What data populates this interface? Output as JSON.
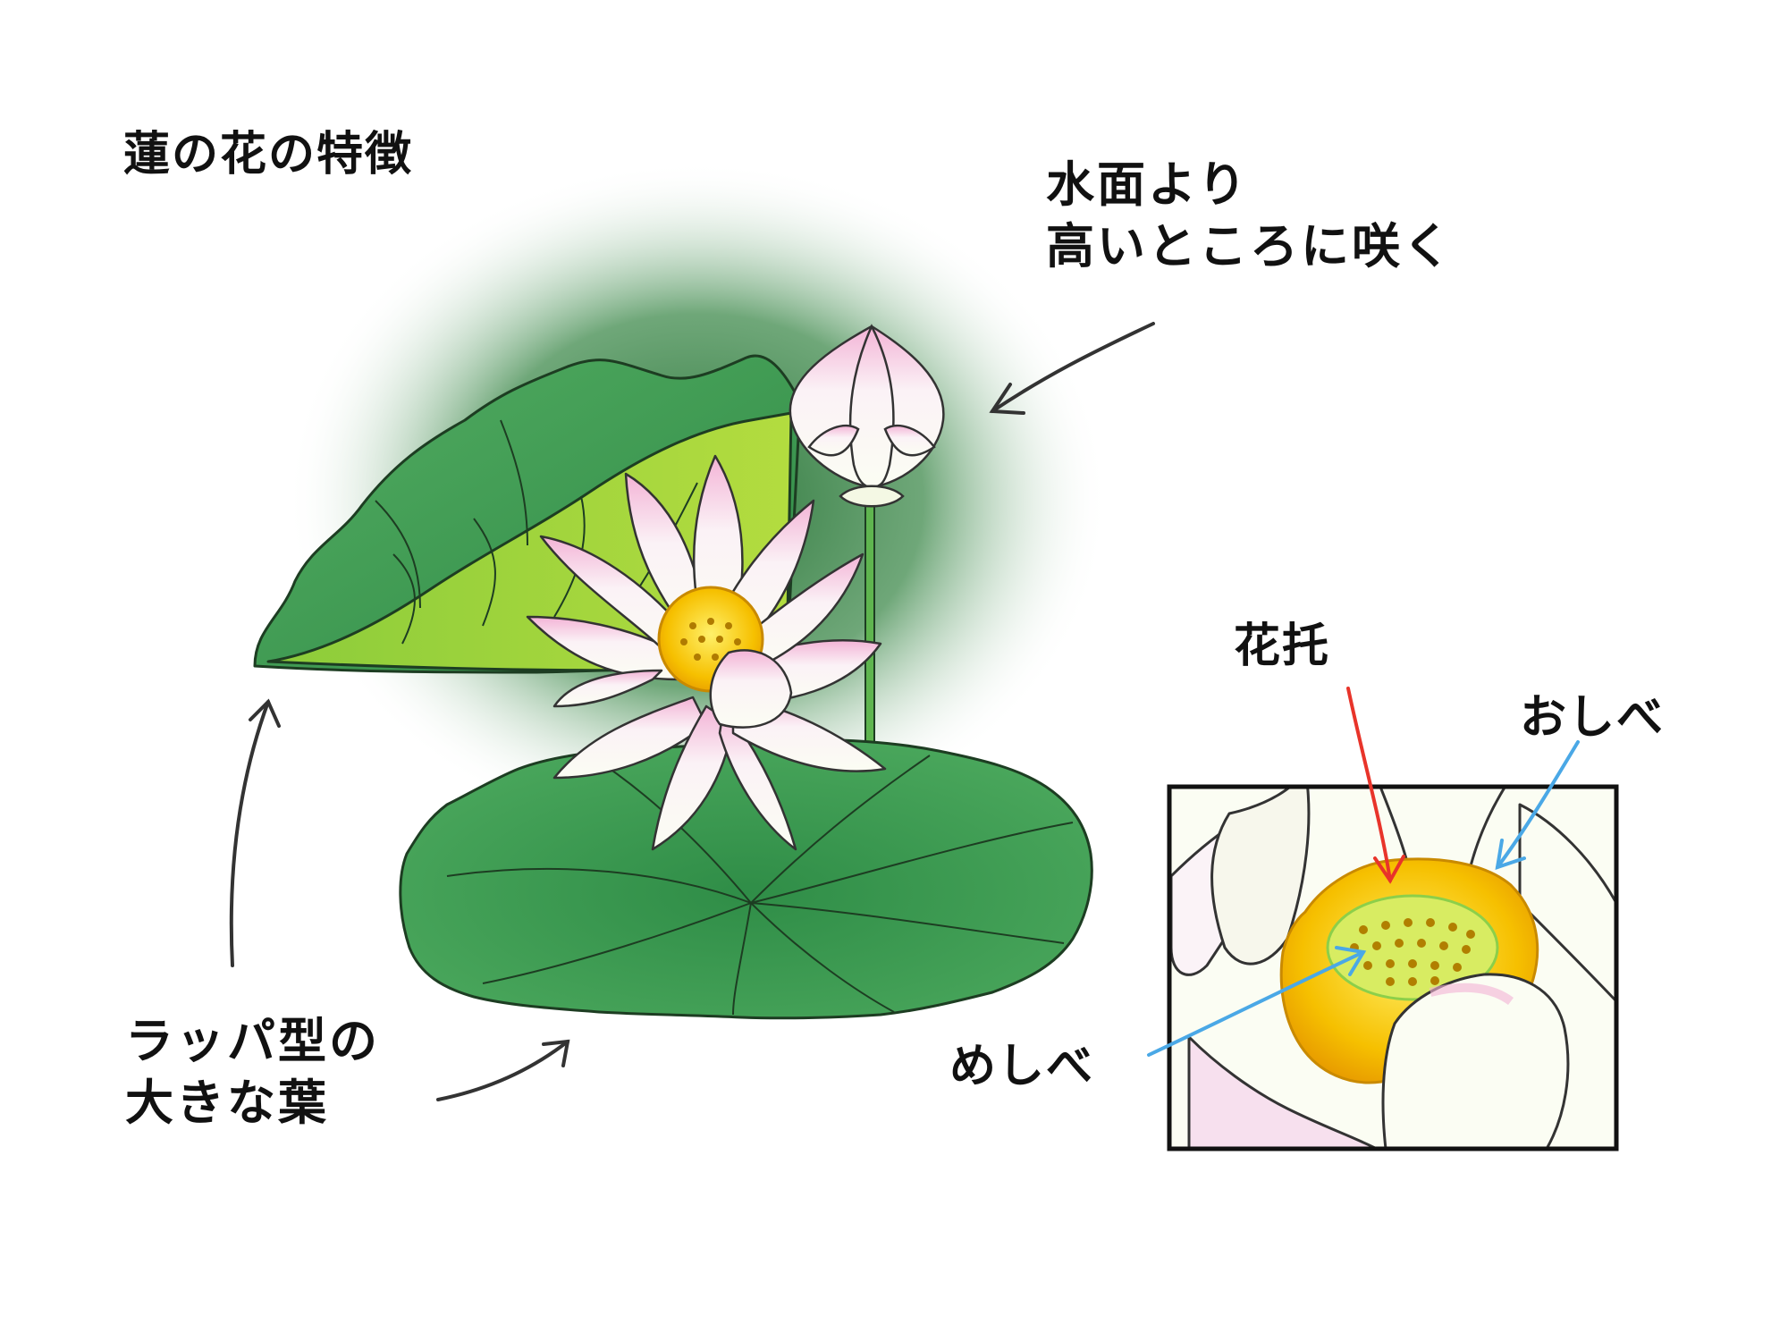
{
  "title": "蓮の花の特徴",
  "annotations": {
    "bloom_high": {
      "line1": "水面より",
      "line2": "高いところに咲く"
    },
    "leaf": {
      "line1": "ラッパ型の",
      "line2": "大きな葉"
    }
  },
  "detail": {
    "receptacle": "花托",
    "stamen": "おしべ",
    "pistil": "めしべ"
  },
  "colors": {
    "leaf_dark": "#3f9a52",
    "leaf_light": "#a6cf3a",
    "petal_pink": "#f3b9dc",
    "petal_white": "#fbfdf3",
    "center_yellow": "#f6c000",
    "arrow_red": "#e8342a",
    "arrow_blue": "#4aa8e6",
    "arrow_gray": "#333333"
  }
}
